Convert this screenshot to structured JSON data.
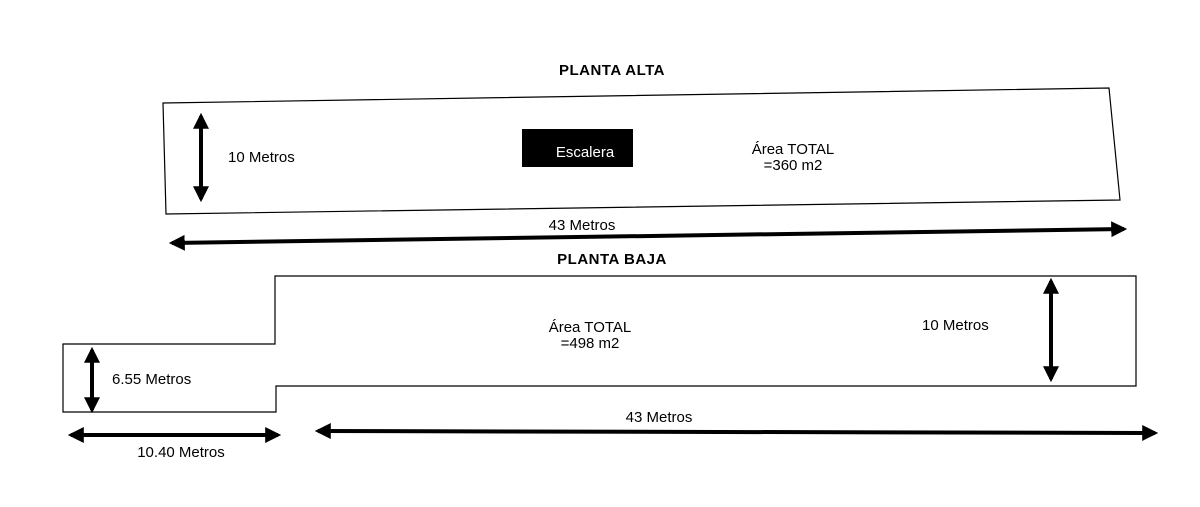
{
  "colors": {
    "ink": "#000000",
    "background": "#ffffff",
    "stair_fill": "#000000",
    "stair_text": "#ffffff"
  },
  "upper_floor": {
    "title": "PLANTA ALTA",
    "height_label": "10 Metros",
    "stair_label": "Escalera",
    "area_line1": "Área TOTAL",
    "area_line2": "=360 m2",
    "width_label": "43 Metros"
  },
  "lower_floor": {
    "title": "PLANTA BAJA",
    "area_line1": "Área TOTAL",
    "area_line2": "=498 m2",
    "height_label": "10 Metros",
    "annex_height_label": "6.55 Metros",
    "annex_width_label": "10.40 Metros",
    "width_label": "43 Metros"
  }
}
